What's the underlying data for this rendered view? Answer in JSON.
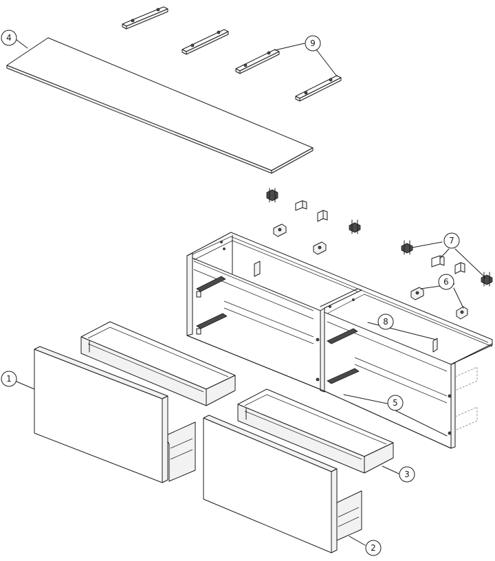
{
  "callouts": {
    "c1": "1",
    "c2": "2",
    "c3": "3",
    "c4": "4",
    "c5": "5",
    "c6": "6",
    "c7": "7",
    "c8": "8",
    "c9": "9"
  },
  "colors": {
    "line": "#1a1a1a",
    "background": "#ffffff",
    "hidden_line": "#8a8a8a",
    "hardware": "#4a4a4a"
  }
}
